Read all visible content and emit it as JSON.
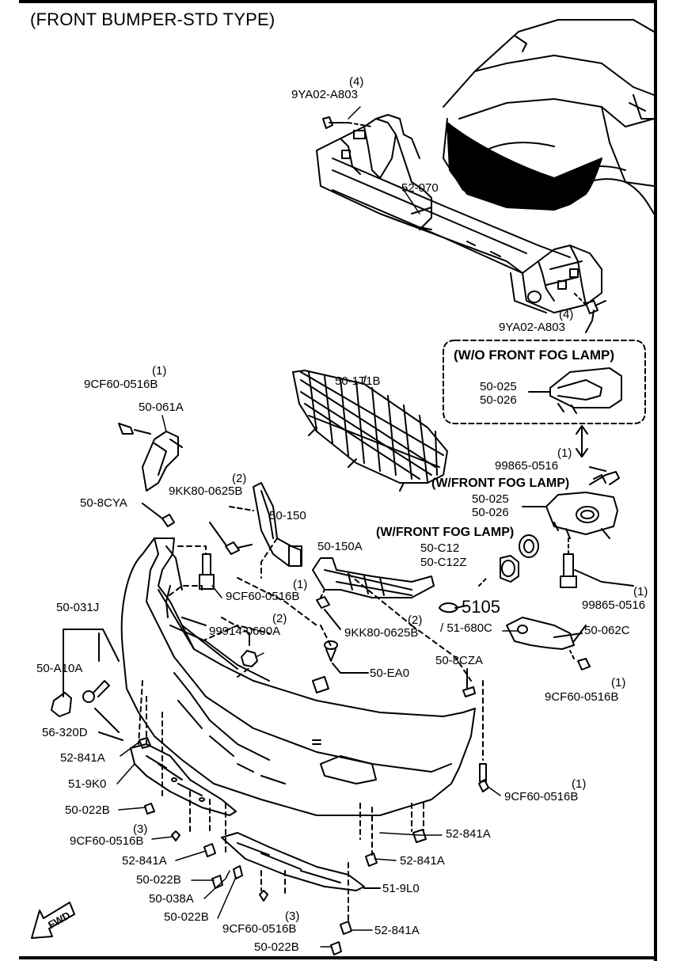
{
  "title": "(FRONT BUMPER-STD TYPE)",
  "labels": {
    "qty4_top": "(4)",
    "9ya02_top": "9YA02-A803",
    "52_070": "52-070",
    "qty4_right": "(4)",
    "9ya02_right": "9YA02-A803",
    "wo_front_fog_lamp": "(W/O FRONT FOG LAMP)",
    "50_025_a": "50-025",
    "50_026_a": "50-026",
    "qty1_a": "(1)",
    "9cf60_a": "9CF60-0516B",
    "50_061a": "50-061A",
    "50_1t1b": "50-1T1B",
    "qty1_b": "(1)",
    "99865_a": "99865-0516",
    "w_front_fog_lamp_1": "(W/FRONT FOG LAMP)",
    "50_025_b": "50-025",
    "50_026_b": "50-026",
    "qty2_a": "(2)",
    "9kk80_a": "9KK80-0625B",
    "50_8cya": "50-8CYA",
    "50_150": "50-150",
    "w_front_fog_lamp_2": "(W/FRONT FOG LAMP)",
    "50_150a": "50-150A",
    "50_c12": "50-C12",
    "50_c12z": "50-C12Z",
    "qty1_c": "(1)",
    "9cf60_b": "9CF60-0516B",
    "qty1_d": "(1)",
    "99865_b": "99865-0516",
    "50_031j": "50-031J",
    "qty2_b": "(2)",
    "99914": "99914-0600A",
    "5105": "5105",
    "51_680c": "/ 51-680C",
    "qty2_c": "(2)",
    "9kk80_b": "9KK80-0625B",
    "50_062c": "50-062C",
    "50_a10a": "50-A10A",
    "50_ea0": "50-EA0",
    "50_8cza": "50-8CZA",
    "qty1_e": "(1)",
    "9cf60_c": "9CF60-0516B",
    "56_320d": "56-320D",
    "52_841a_a": "52-841A",
    "51_9k0": "51-9K0",
    "qty1_f": "(1)",
    "9cf60_d": "9CF60-0516B",
    "50_022b_a": "50-022B",
    "qty3_a": "(3)",
    "9cf60_e": "9CF60-0516B",
    "52_841a_b": "52-841A",
    "52_841a_c": "52-841A",
    "52_841a_d": "52-841A",
    "50_022b_b": "50-022B",
    "51_9l0": "51-9L0",
    "50_038a": "50-038A",
    "50_022b_c": "50-022B",
    "qty3_b": "(3)",
    "9cf60_f": "9CF60-0516B",
    "52_841a_e": "52-841A",
    "50_022b_d": "50-022B",
    "fwd": "FWD"
  }
}
